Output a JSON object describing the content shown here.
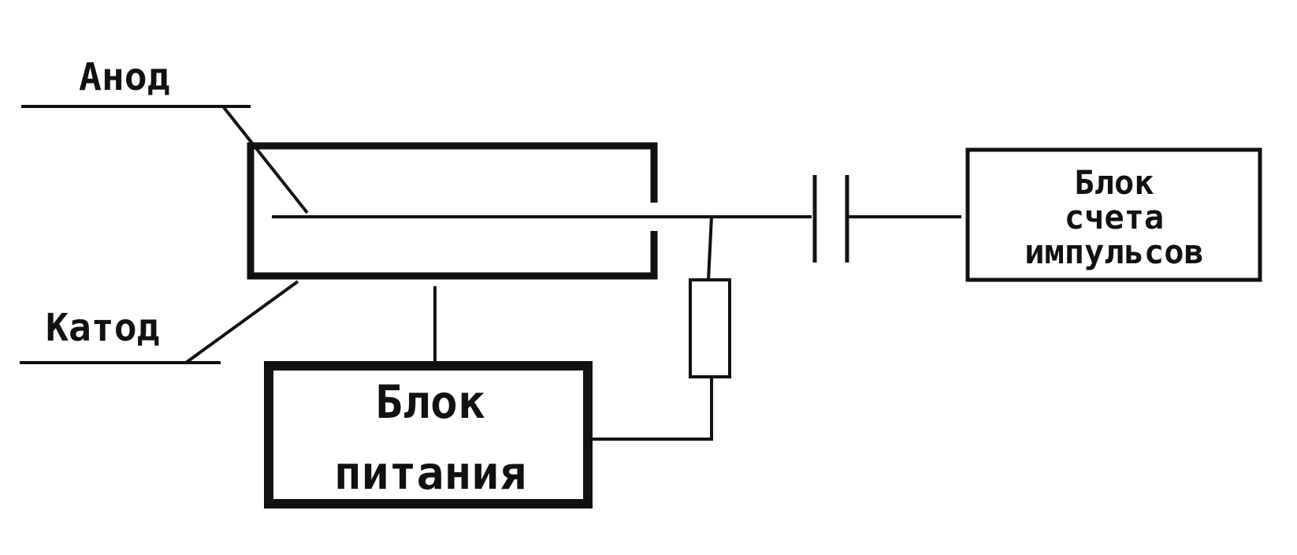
{
  "labels": {
    "anode": "Анод",
    "cathode": "Катод"
  },
  "power_supply": {
    "line1": "Блок",
    "line2": "питания"
  },
  "pulse_counter": {
    "line1": "Блок",
    "line2": "счета",
    "line3": "импульсов"
  },
  "colors": {
    "ink": "#111111",
    "background": "#ffffff"
  }
}
